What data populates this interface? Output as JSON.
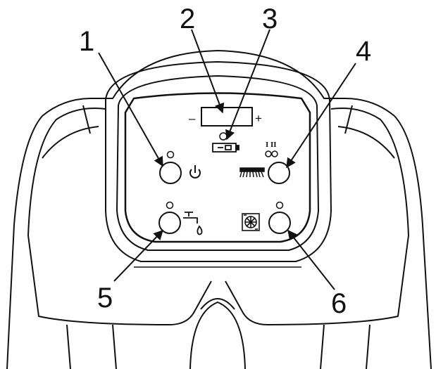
{
  "display": {
    "minus": "–",
    "plus": "+"
  },
  "brush_speed": {
    "label": "I II"
  },
  "callouts": [
    {
      "number": "1",
      "icon": "power-icon"
    },
    {
      "number": "2",
      "icon": "display-icon"
    },
    {
      "number": "3",
      "icon": "battery-icon"
    },
    {
      "number": "4",
      "icon": "brush-icon"
    },
    {
      "number": "5",
      "icon": "water-tap-icon"
    },
    {
      "number": "6",
      "icon": "vacuum-fan-icon"
    }
  ],
  "colors": {
    "line": "#111111",
    "body": "#ffffff"
  }
}
